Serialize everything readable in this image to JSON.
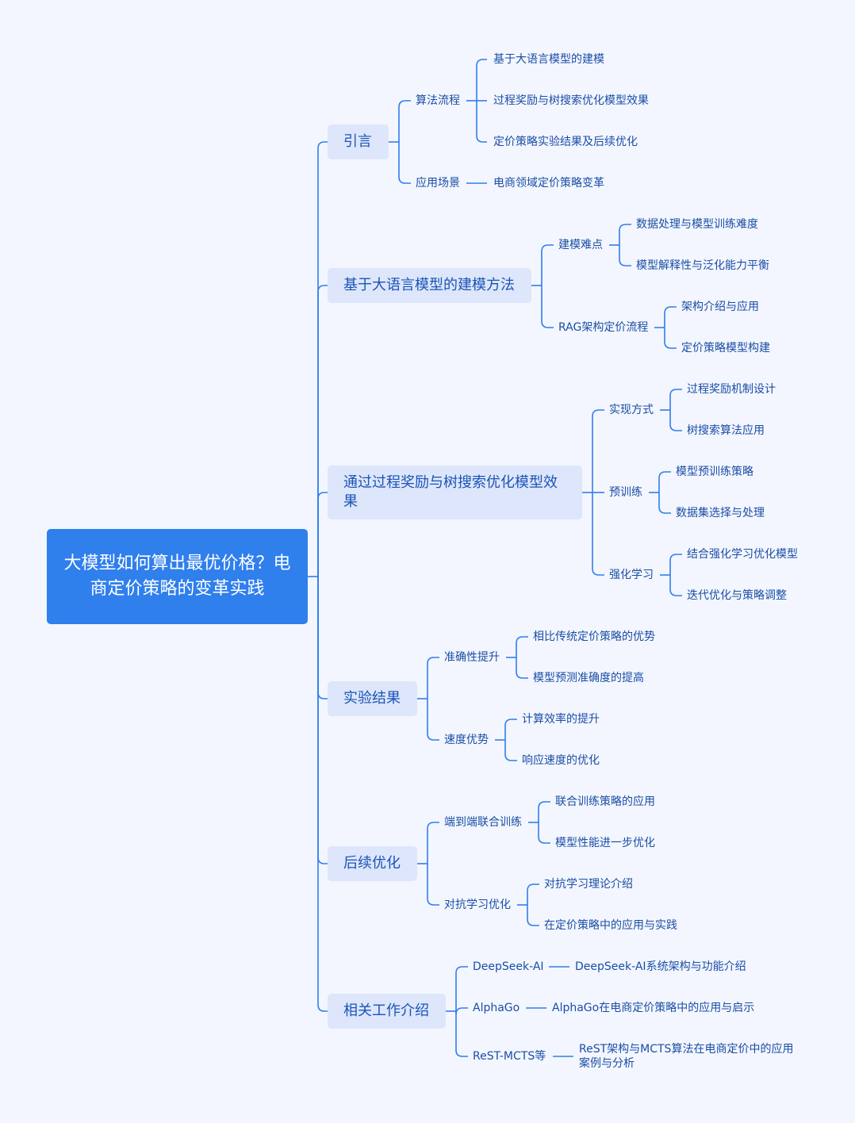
{
  "root": "大模型如何算出最优价格？电商定价策略的变革实践",
  "nodes": {
    "n1": "引言",
    "n1a": "算法流程",
    "n1a1": "基于大语言模型的建模",
    "n1a2": "过程奖励与树搜索优化模型效果",
    "n1a3": "定价策略实验结果及后续优化",
    "n1b": "应用场景",
    "n1b1": "电商领域定价策略变革",
    "n2": "基于大语言模型的建模方法",
    "n2a": "建模难点",
    "n2a1": "数据处理与模型训练难度",
    "n2a2": "模型解释性与泛化能力平衡",
    "n2b": "RAG架构定价流程",
    "n2b1": "架构介绍与应用",
    "n2b2": "定价策略模型构建",
    "n3": "通过过程奖励与树搜索优化模型效果",
    "n3a": "实现方式",
    "n3a1": "过程奖励机制设计",
    "n3a2": "树搜索算法应用",
    "n3b": "预训练",
    "n3b1": "模型预训练策略",
    "n3b2": "数据集选择与处理",
    "n3c": "强化学习",
    "n3c1": "结合强化学习优化模型",
    "n3c2": "迭代优化与策略调整",
    "n4": "实验结果",
    "n4a": "准确性提升",
    "n4a1": "相比传统定价策略的优势",
    "n4a2": "模型预测准确度的提高",
    "n4b": "速度优势",
    "n4b1": "计算效率的提升",
    "n4b2": "响应速度的优化",
    "n5": "后续优化",
    "n5a": "端到端联合训练",
    "n5a1": "联合训练策略的应用",
    "n5a2": "模型性能进一步优化",
    "n5b": "对抗学习优化",
    "n5b1": "对抗学习理论介绍",
    "n5b2": "在定价策略中的应用与实践",
    "n6": "相关工作介绍",
    "n6a": "DeepSeek-AI",
    "n6a1": "DeepSeek-AI系统架构与功能介绍",
    "n6b": "AlphaGo",
    "n6b1": "AlphaGo在电商定价策略中的应用与启示",
    "n6c": "ReST-MCTS等",
    "n6c1": "ReST架构与MCTS算法在电商定价中的应用案例与分析"
  },
  "colors": {
    "background": "#f3f6fe",
    "root": "#2f7fed",
    "branch_box": "#dde6fb",
    "line": "#2f7fed",
    "text": "#1a4ea6"
  }
}
